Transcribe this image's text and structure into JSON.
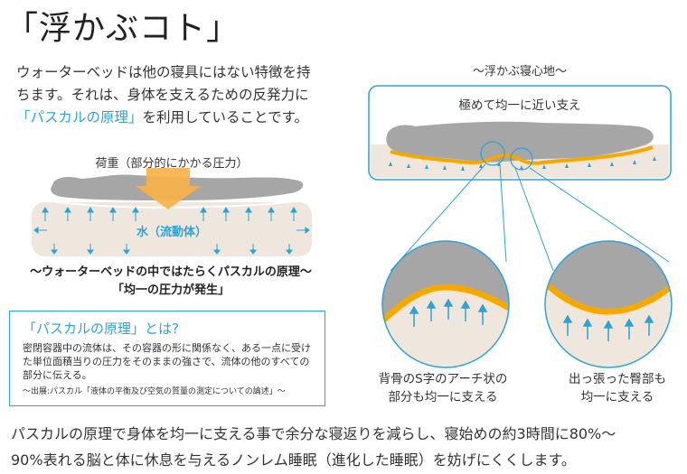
{
  "title": "「浮かぶコト」",
  "intro": {
    "line1": "ウォーターベッドは他の寝具にはない特徴を持",
    "line2": "ちます。それは、身体を支えるための反発力に",
    "highlight": "「パスカルの原理」",
    "line3_rest": "を利用していることです。"
  },
  "left_diagram": {
    "load_label": "荷重（部分的にかかる圧力）",
    "water_label": "水（流動体）"
  },
  "caption": {
    "line1": "～ウォーターベッドの中ではたらくパスカルの原理～",
    "line2": "「均一の圧力が発生」"
  },
  "pascal_box": {
    "title": "「パスカルの原理」とは?",
    "body": "密閉容器中の流体は、その容器の形に関係なく、ある一点に受けた単位面積当りの圧力をそのままの強さで、流体の他のすべての部分に伝える。",
    "source": "～出展:パスカル「液体の平衡及び空気の質量の測定についての論述」～"
  },
  "right_diagram": {
    "title": "～浮かぶ寝心地～",
    "panel_label": "極めて均一に近い支え",
    "caption_left": [
      "背骨のS字のアーチ状の",
      "部分も均一に支える"
    ],
    "caption_right": [
      "出っ張った臀部も",
      "均一に支える"
    ]
  },
  "bottom_text": {
    "line1": "パスカルの原理で身体を均一に支える事で余分な寝返りを減らし、寝始めの約3時間に80%～",
    "line2": "90%表れる脳と体に休息を与えるノンレム睡眠（進化した睡眠）を妨げにくくします。"
  },
  "colors": {
    "accent_blue": "#2aa3d6",
    "body_gray": "#a6a6a6",
    "mattress_beige": "#efe7dd",
    "arrow_orange": "#f7b24a",
    "support_yellow": "#f5a800"
  }
}
